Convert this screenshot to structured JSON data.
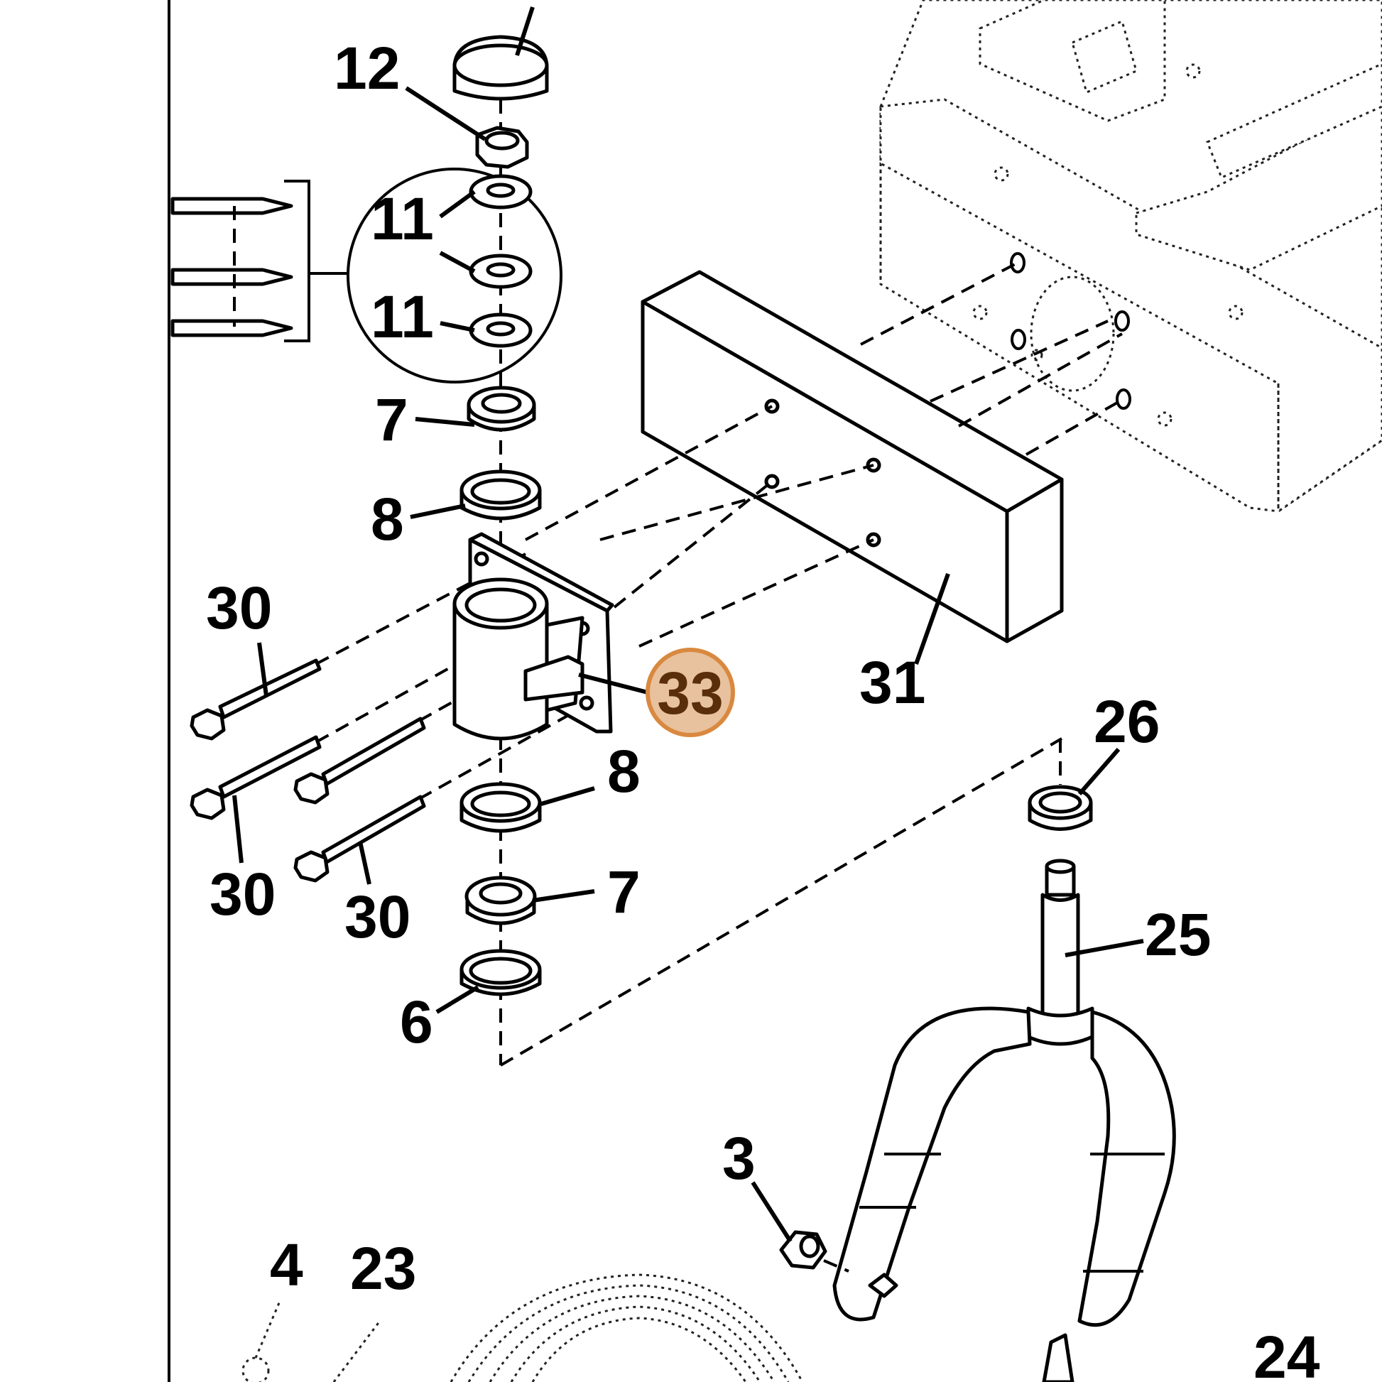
{
  "labels": {
    "c12": "12",
    "c11a": "11",
    "c11b": "11",
    "c7a": "7",
    "c8a": "8",
    "c30a": "30",
    "c33": "33",
    "c31": "31",
    "c8b": "8",
    "c30b": "30",
    "c30c": "30",
    "c7b": "7",
    "c26": "26",
    "c25": "25",
    "c6": "6",
    "c3": "3",
    "c4": "4",
    "c23": "23",
    "c24": "24"
  },
  "colors": {
    "highlight_fill": "#e8c29e",
    "highlight_stroke": "#d9893f",
    "highlight_text": "#5a2e0a",
    "line": "#000000"
  }
}
